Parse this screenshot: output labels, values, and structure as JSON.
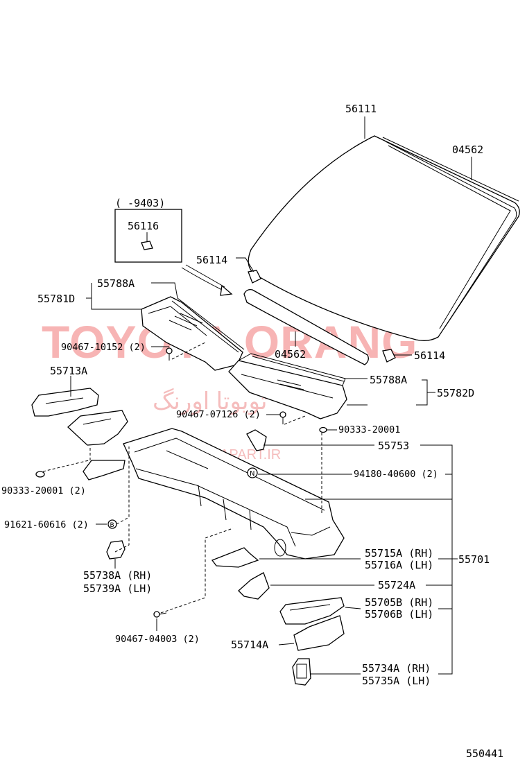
{
  "diagram": {
    "figure_number": "550441",
    "watermark": {
      "brand": "TOYOTA ORANG",
      "persian": "تویوتا اورنگ",
      "url": "TOYOTAPART.IR"
    },
    "inset_box": {
      "range": "(     -9403)",
      "part": "56116"
    },
    "labels": {
      "p56111": "56111",
      "p04562a": "04562",
      "p56114a": "56114",
      "p55788A": "55788A",
      "p55781D": "55781D",
      "p04562b": "04562",
      "p56114b": "56114",
      "p90467_10152": "90467-10152 (2)",
      "p55713A": "55713A",
      "p55788A_b": "55788A",
      "p55782D": "55782D",
      "p90467_07126": "90467-07126 (2)",
      "p90333_20001a": "90333-20001",
      "p55753": "55753",
      "p90333_20001b": "90333-20001 (2)",
      "p94180_40600": "94180-40600 (2)",
      "p91621_60616": "91621-60616 (2)",
      "p55715A": "55715A (RH)",
      "p55716A": "55716A (LH)",
      "p55701": "55701",
      "p55738A": "55738A (RH)",
      "p55739A": "55739A (LH)",
      "p55724A": "55724A",
      "p55705B": "55705B (RH)",
      "p55706B": "55706B (LH)",
      "p90467_04003": "90467-04003 (2)",
      "p55714A": "55714A",
      "p55734A": "55734A (RH)",
      "p55735A": "55735A (LH)"
    },
    "symbols": {
      "n_marker": "N",
      "b_marker": "B"
    }
  }
}
